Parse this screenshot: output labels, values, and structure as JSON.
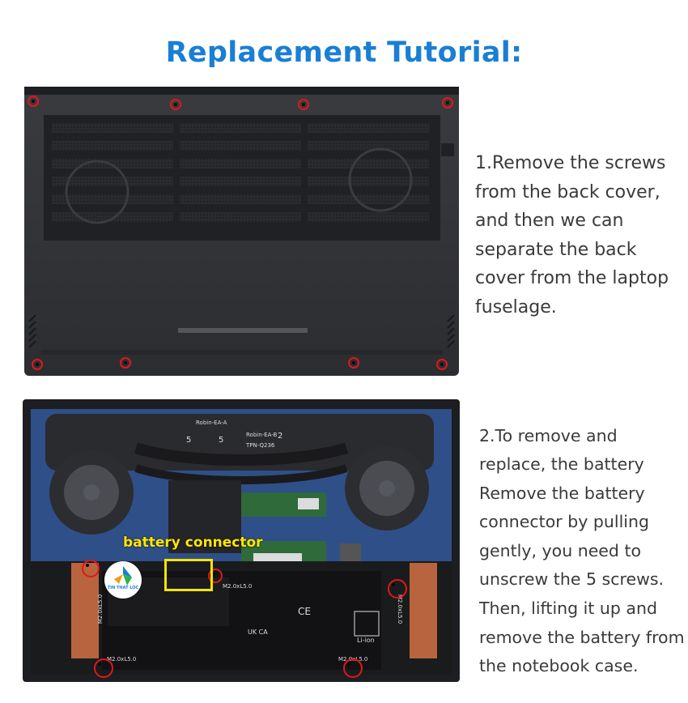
{
  "title": "Replacement Tutorial:",
  "step1": {
    "text": "1.Remove the screws\nfrom the back cover,\nand then we can\nseparate the back\ncover from the laptop\nfuselage."
  },
  "step2": {
    "text": "2.To remove and\nreplace, the battery\nRemove the battery\nconnector by pulling\ngently, you need to\nunscrew the 5 screws.\nThen, lifting it up and\nremove the battery from\nthe notebook case."
  },
  "photo2": {
    "callout": "battery connector",
    "logo_text": "TIN THAT LOC",
    "board_labels": [
      "Robin-EA-A",
      "Robin-EA-B",
      "TPN-Q236",
      "5",
      "5",
      "2"
    ],
    "screw_labels": [
      "M2.0xL5.0",
      "M2.0xL5.0",
      "M2.0xL5.0",
      "M2.0xL5.0",
      "M2.0xL5.0"
    ],
    "battery_marks": [
      "UK CA",
      "CE",
      "Li-ion"
    ]
  },
  "colors": {
    "title": "#1a7fd4",
    "body_text": "#3a3a3a",
    "callout": "#ffe600",
    "screw_marker": "#e01818"
  }
}
